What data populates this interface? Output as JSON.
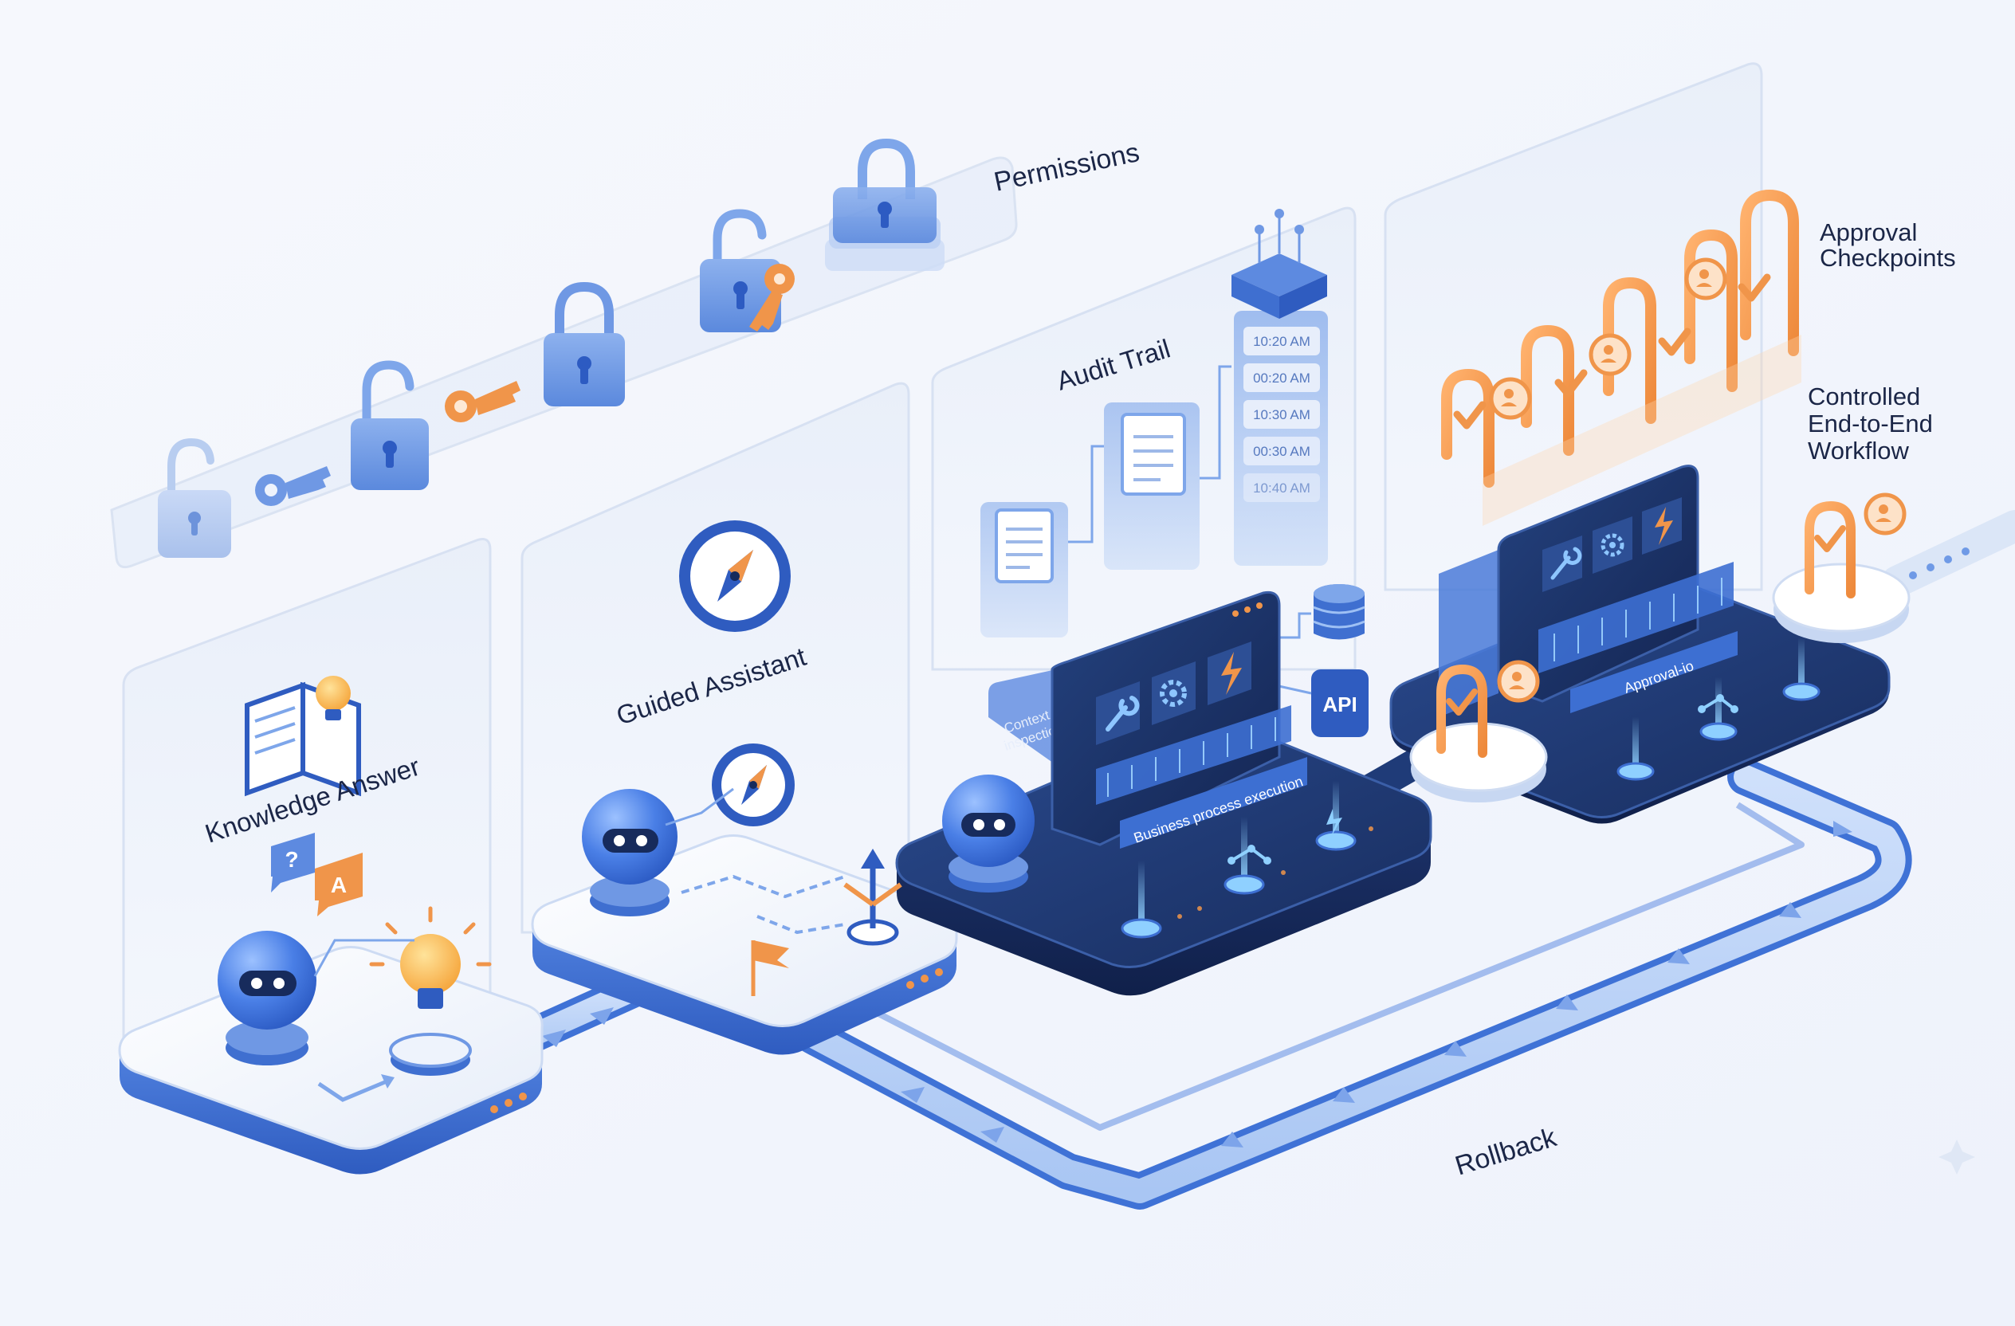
{
  "labels": {
    "permissions": "Permissions",
    "approval_checkpoints_1": "Approval",
    "approval_checkpoints_2": "Checkpoints",
    "controlled_1": "Controlled",
    "controlled_2": "End-to-End",
    "controlled_3": "Workflow",
    "audit_trail": "Audit Trail",
    "guided_assistant": "Guided Assistant",
    "knowledge_answer": "Knowledge Answer",
    "rollback": "Rollback",
    "context_inspection_1": "Context",
    "context_inspection_2": "inspection",
    "business_process": "Business process execution",
    "approval_io": "Approval-io",
    "api": "API",
    "question_mark": "?",
    "answer_mark": "A"
  },
  "audit_log": {
    "timestamps": [
      "10:20 AM",
      "00:20 AM",
      "10:30 AM",
      "00:30 AM",
      "10:40 AM"
    ]
  },
  "colors": {
    "accent_blue": "#3f72d6",
    "dark_navy": "#1e3466",
    "accent_orange": "#f0954a",
    "background": "#f3f6fc"
  },
  "icons": [
    "padlock-icon",
    "key-icon",
    "book-icon",
    "lightbulb-icon",
    "compass-icon",
    "robot-icon",
    "flag-icon",
    "wrench-icon",
    "gear-icon",
    "lightning-icon",
    "database-icon",
    "document-icon",
    "server-icon",
    "approval-check-icon",
    "user-check-icon"
  ]
}
